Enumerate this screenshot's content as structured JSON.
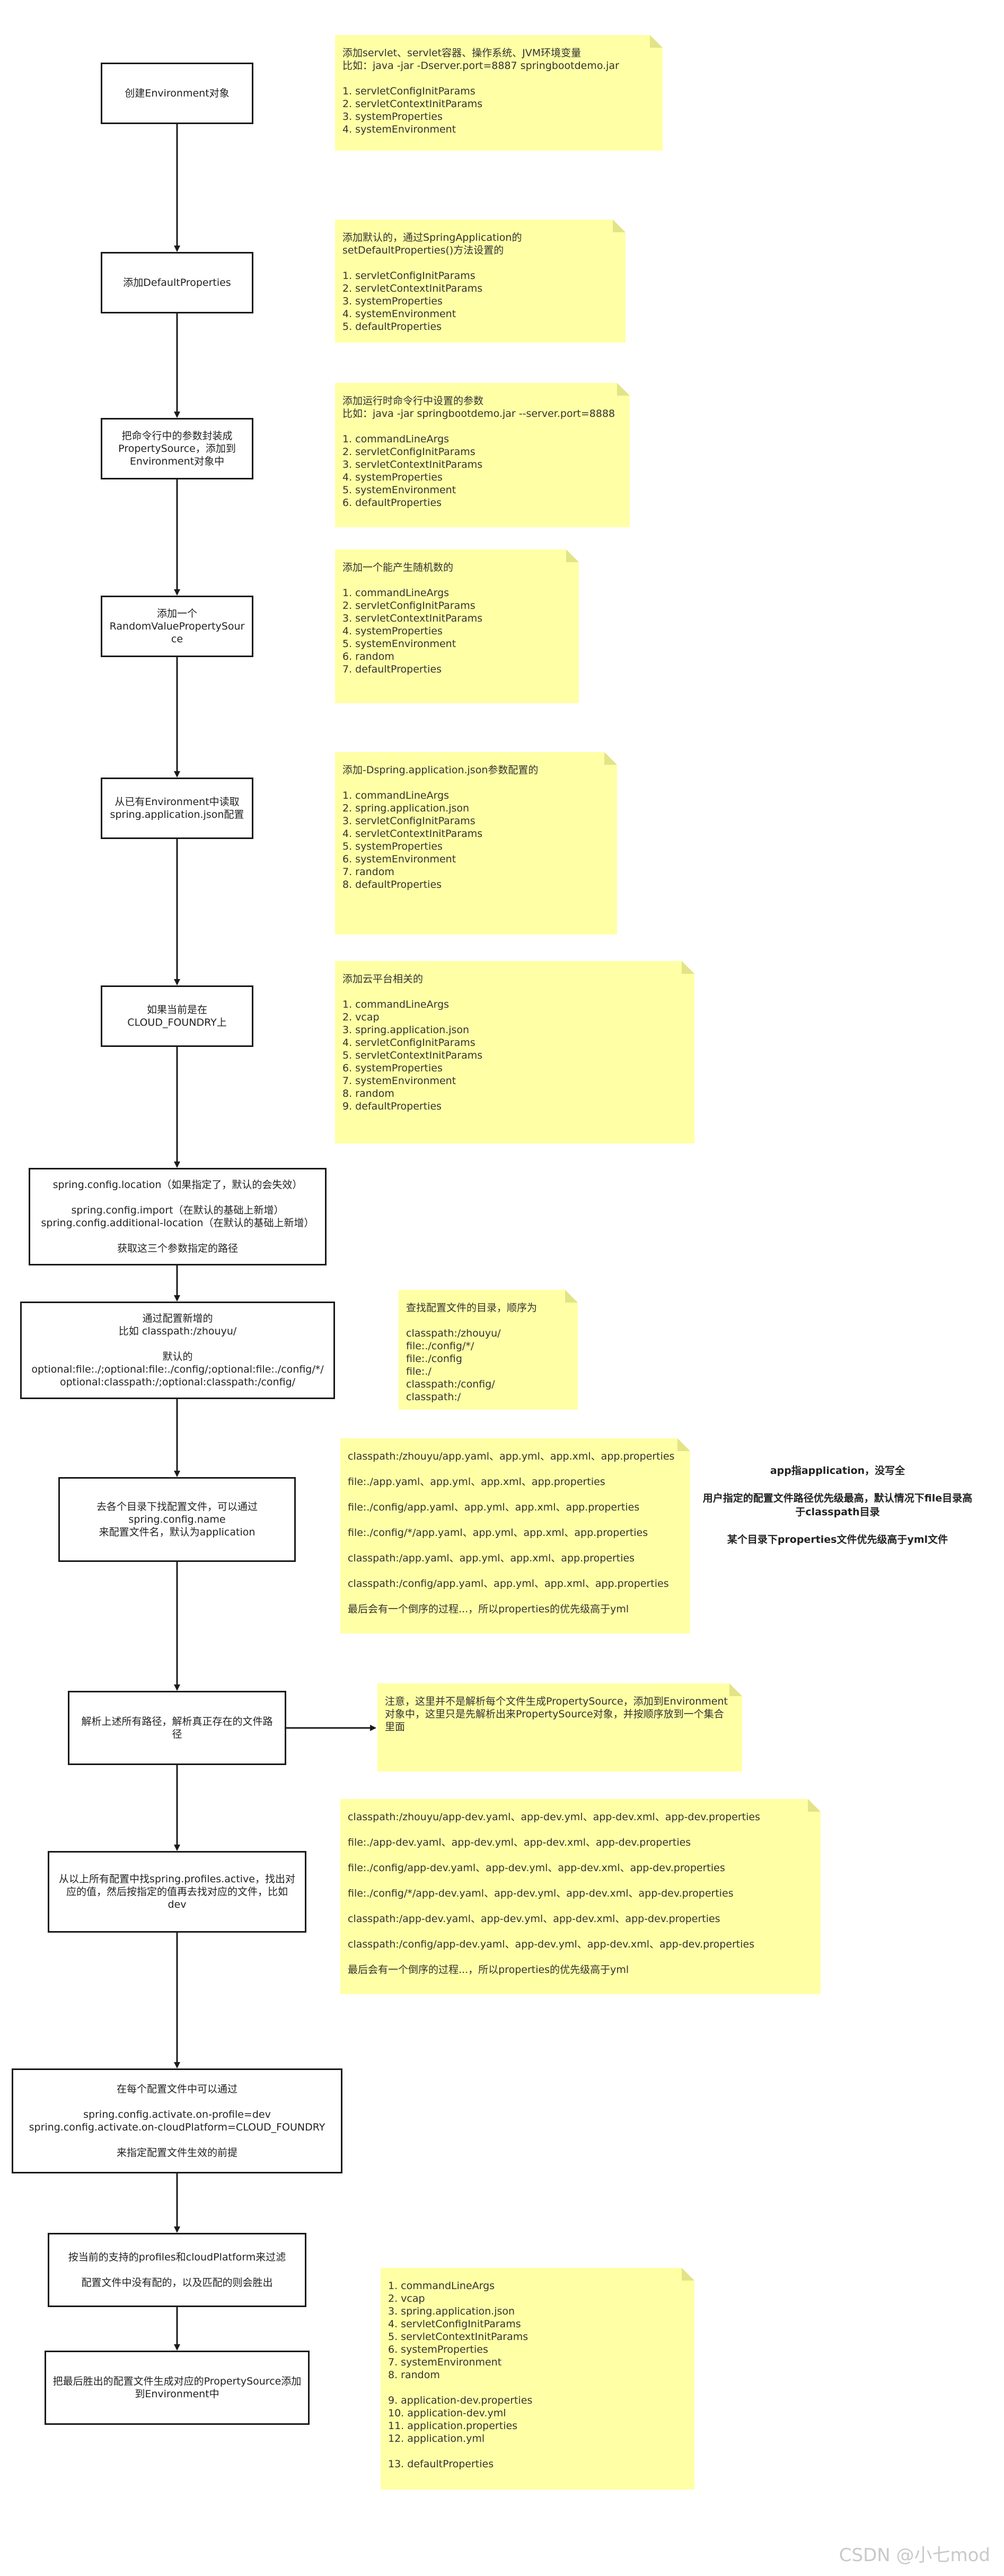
{
  "steps": [
    {
      "id": "s1",
      "lines": [
        "创建Environment对象"
      ]
    },
    {
      "id": "s2",
      "lines": [
        "添加DefaultProperties"
      ]
    },
    {
      "id": "s3",
      "lines": [
        "把命令行中的参数封装成",
        "PropertySource，添加到",
        "Environment对象中"
      ]
    },
    {
      "id": "s4",
      "lines": [
        "添加一个",
        "RandomValuePropertySour",
        "ce"
      ]
    },
    {
      "id": "s5",
      "lines": [
        "从已有Environment中读取",
        "spring.application.json配置"
      ]
    },
    {
      "id": "s6",
      "lines": [
        "如果当前是在",
        "CLOUD_FOUNDRY上"
      ]
    },
    {
      "id": "s7",
      "lines": [
        "spring.config.location（如果指定了，默认的会失效）",
        "",
        "spring.config.import（在默认的基础上新增）",
        "spring.config.additional-location（在默认的基础上新增）",
        "",
        "获取这三个参数指定的路径"
      ]
    },
    {
      "id": "s8",
      "lines": [
        "通过配置新增的",
        "比如 classpath:/zhouyu/",
        "",
        "默认的",
        "optional:file:./;optional:file:./config/;optional:file:./config/*/",
        "optional:classpath:/;optional:classpath:/config/"
      ]
    },
    {
      "id": "s9",
      "lines": [
        "去各个目录下找配置文件，可以通过",
        "spring.config.name",
        "来配置文件名，默认为application"
      ]
    },
    {
      "id": "s10",
      "lines": [
        "解析上述所有路径，解析真正存在的文件路",
        "径"
      ]
    },
    {
      "id": "s11",
      "lines": [
        "从以上所有配置中找spring.profiles.active，找出对",
        "应的值，然后按指定的值再去找对应的文件，比如",
        "dev"
      ]
    },
    {
      "id": "s12",
      "lines": [
        "在每个配置文件中可以通过",
        "",
        "spring.config.activate.on-profile=dev",
        "spring.config.activate.on-cloudPlatform=CLOUD_FOUNDRY",
        "",
        "来指定配置文件生效的前提"
      ]
    },
    {
      "id": "s13",
      "lines": [
        "按当前的支持的profiles和cloudPlatform来过滤",
        "",
        "配置文件中没有配的，以及匹配的则会胜出"
      ]
    },
    {
      "id": "s14",
      "lines": [
        "把最后胜出的配置文件生成对应的PropertySource添加",
        "到Environment中"
      ]
    }
  ],
  "notes": [
    {
      "id": "n1",
      "lines": [
        "添加servlet、servlet容器、操作系统、JVM环境变量",
        "比如：java -jar -Dserver.port=8887 springbootdemo.jar",
        "",
        "1. servletConfigInitParams",
        "2. servletContextInitParams",
        "3. systemProperties",
        "4. systemEnvironment"
      ]
    },
    {
      "id": "n2",
      "lines": [
        "添加默认的，通过SpringApplication的",
        "setDefaultProperties()方法设置的",
        "",
        "1. servletConfigInitParams",
        "2. servletContextInitParams",
        "3. systemProperties",
        "4. systemEnvironment",
        "5. defaultProperties"
      ]
    },
    {
      "id": "n3",
      "lines": [
        "添加运行时命令行中设置的参数",
        "比如：java -jar springbootdemo.jar --server.port=8888",
        "",
        "1. commandLineArgs",
        "2. servletConfigInitParams",
        "3. servletContextInitParams",
        "4. systemProperties",
        "5. systemEnvironment",
        "6. defaultProperties"
      ]
    },
    {
      "id": "n4",
      "lines": [
        "添加一个能产生随机数的",
        "",
        "1. commandLineArgs",
        "2. servletConfigInitParams",
        "3. servletContextInitParams",
        "4. systemProperties",
        "5. systemEnvironment",
        "6. random",
        "7. defaultProperties"
      ]
    },
    {
      "id": "n5",
      "lines": [
        "添加-Dspring.application.json参数配置的",
        "",
        "1. commandLineArgs",
        "2. spring.application.json",
        "3. servletConfigInitParams",
        "4. servletContextInitParams",
        "5. systemProperties",
        "6. systemEnvironment",
        "7. random",
        "8. defaultProperties"
      ]
    },
    {
      "id": "n6",
      "lines": [
        "添加云平台相关的",
        "",
        "1. commandLineArgs",
        "2. vcap",
        "3. spring.application.json",
        "4. servletConfigInitParams",
        "5. servletContextInitParams",
        "6. systemProperties",
        "7. systemEnvironment",
        "8. random",
        "9. defaultProperties"
      ]
    },
    {
      "id": "n7",
      "lines": [
        "查找配置文件的目录，顺序为",
        "",
        "classpath:/zhouyu/",
        "file:./config/*/",
        "file:./config",
        "file:./",
        "classpath:/config/",
        "classpath:/"
      ]
    },
    {
      "id": "n8",
      "lines": [
        "classpath:/zhouyu/app.yaml、app.yml、app.xml、app.properties",
        "file:./app.yaml、app.yml、app.xml、app.properties",
        "file:./config/app.yaml、app.yml、app.xml、app.properties",
        "file:./config/*/app.yaml、app.yml、app.xml、app.properties",
        "classpath:/app.yaml、app.yml、app.xml、app.properties",
        "classpath:/config/app.yaml、app.yml、app.xml、app.properties",
        "最后会有一个倒序的过程...，所以properties的优先级高于yml"
      ]
    },
    {
      "id": "n9",
      "lines": [
        "注意，这里并不是解析每个文件生成PropertySource，添加到Environment",
        "对象中，这里只是先解析出来PropertySource对象，并按顺序放到一个集合",
        "里面"
      ]
    },
    {
      "id": "n10",
      "lines": [
        "classpath:/zhouyu/app-dev.yaml、app-dev.yml、app-dev.xml、app-dev.properties",
        "file:./app-dev.yaml、app-dev.yml、app-dev.xml、app-dev.properties",
        "file:./config/app-dev.yaml、app-dev.yml、app-dev.xml、app-dev.properties",
        "file:./config/*/app-dev.yaml、app-dev.yml、app-dev.xml、app-dev.properties",
        "classpath:/app-dev.yaml、app-dev.yml、app-dev.xml、app-dev.properties",
        "classpath:/config/app-dev.yaml、app-dev.yml、app-dev.xml、app-dev.properties",
        "最后会有一个倒序的过程...，所以properties的优先级高于yml"
      ]
    },
    {
      "id": "n11",
      "lines": [
        "1. commandLineArgs",
        "2. vcap",
        "3. spring.application.json",
        "4. servletConfigInitParams",
        "5. servletContextInitParams",
        "6. systemProperties",
        "7. systemEnvironment",
        "8. random",
        "",
        "9. application-dev.properties",
        "10. application-dev.yml",
        "11. application.properties",
        "12. application.yml",
        "",
        "13. defaultProperties"
      ]
    }
  ],
  "side_note": {
    "lines": [
      "app指application，没写全",
      "用户指定的配置文件路径优先级最高，默认情况下file目录高于classpath目录",
      "某个目录下properties文件优先级高于yml文件"
    ]
  },
  "watermark": "CSDN @小七mod"
}
